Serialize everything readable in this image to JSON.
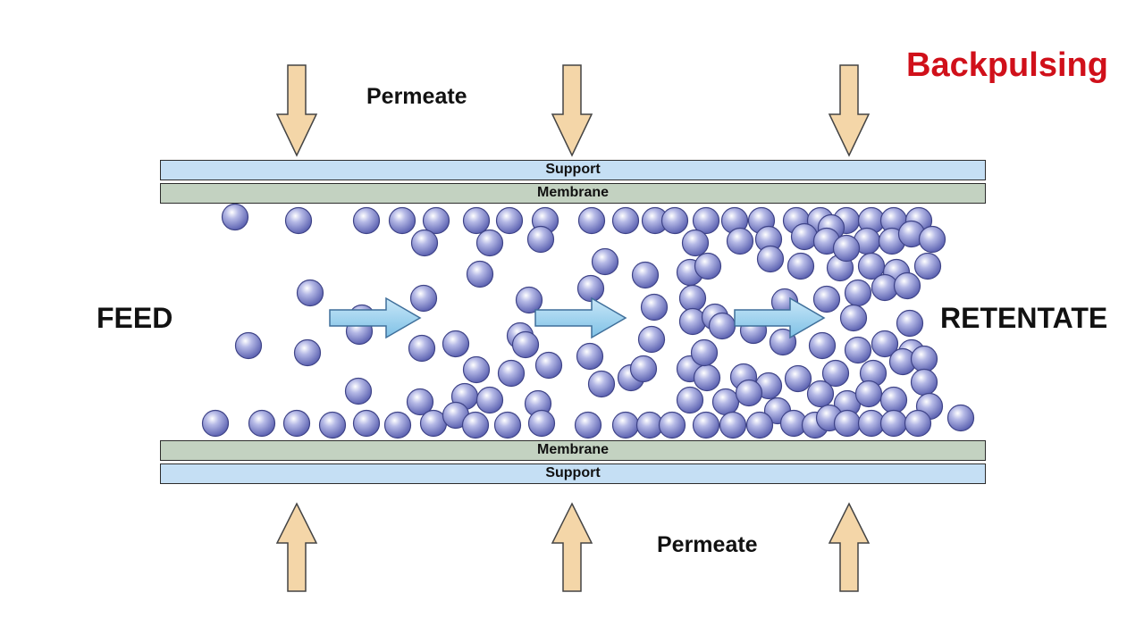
{
  "title": "Backpulsing",
  "labels": {
    "permeate_top": "Permeate",
    "permeate_bottom": "Permeate",
    "feed": "FEED",
    "retentate": "RETENTATE"
  },
  "layers": {
    "support_top": "Support",
    "membrane_top": "Membrane",
    "membrane_bottom": "Membrane",
    "support_bottom": "Support"
  },
  "colors": {
    "title": "#d0101a",
    "support": "#c5dff4",
    "membrane": "#c3d2c1",
    "permeate_arrow": "#f4d6a8",
    "flow_arrow": "#9fd2ee",
    "particle": "#7d83c9"
  },
  "icons": {
    "permeate_arrow": "arrow-down / arrow-up",
    "flow_arrow": "arrow-right",
    "particle": "sphere"
  }
}
